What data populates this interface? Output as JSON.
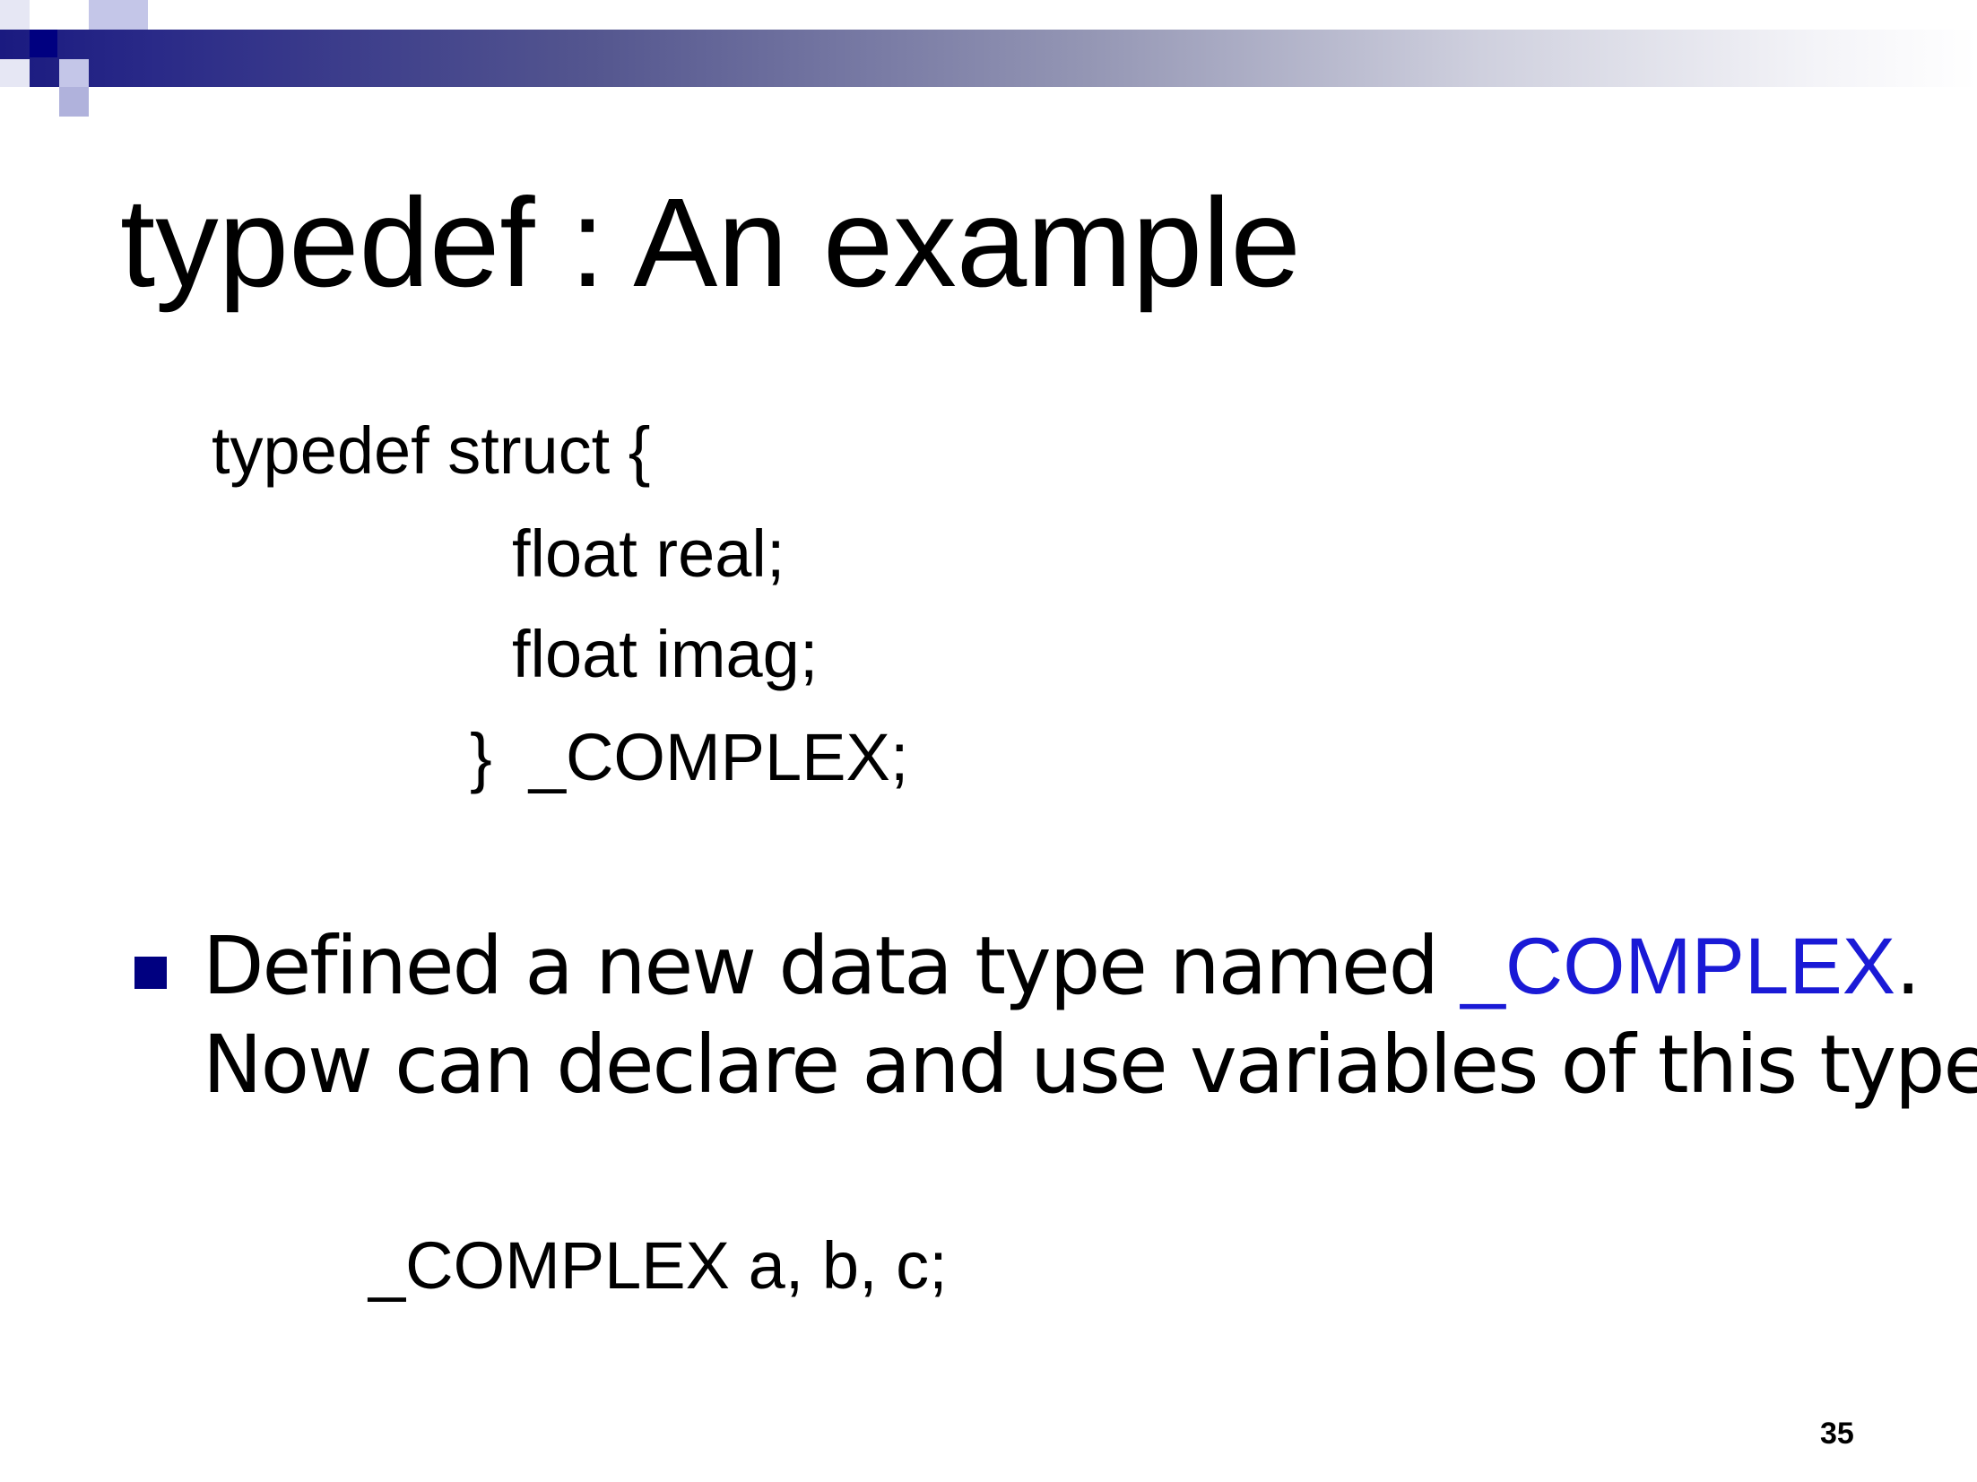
{
  "colors": {
    "accent_navy": "#000080",
    "highlight_blue": "#1a1ad6",
    "header_gradient_start": "#1a1a80",
    "header_gradient_end": "#ffffff"
  },
  "slide": {
    "title": "typedef : An example",
    "code_block": [
      "typedef struct {",
      "float real;",
      "float imag;",
      "}  _COMPLEX;"
    ],
    "bullet": {
      "line1_prefix": "Defined a new data type named ",
      "line1_highlight": "_COMPLEX",
      "line1_suffix": ".",
      "line2": "Now can declare and use variables of this type"
    },
    "declaration": "_COMPLEX a, b, c;",
    "page_number": "35"
  }
}
